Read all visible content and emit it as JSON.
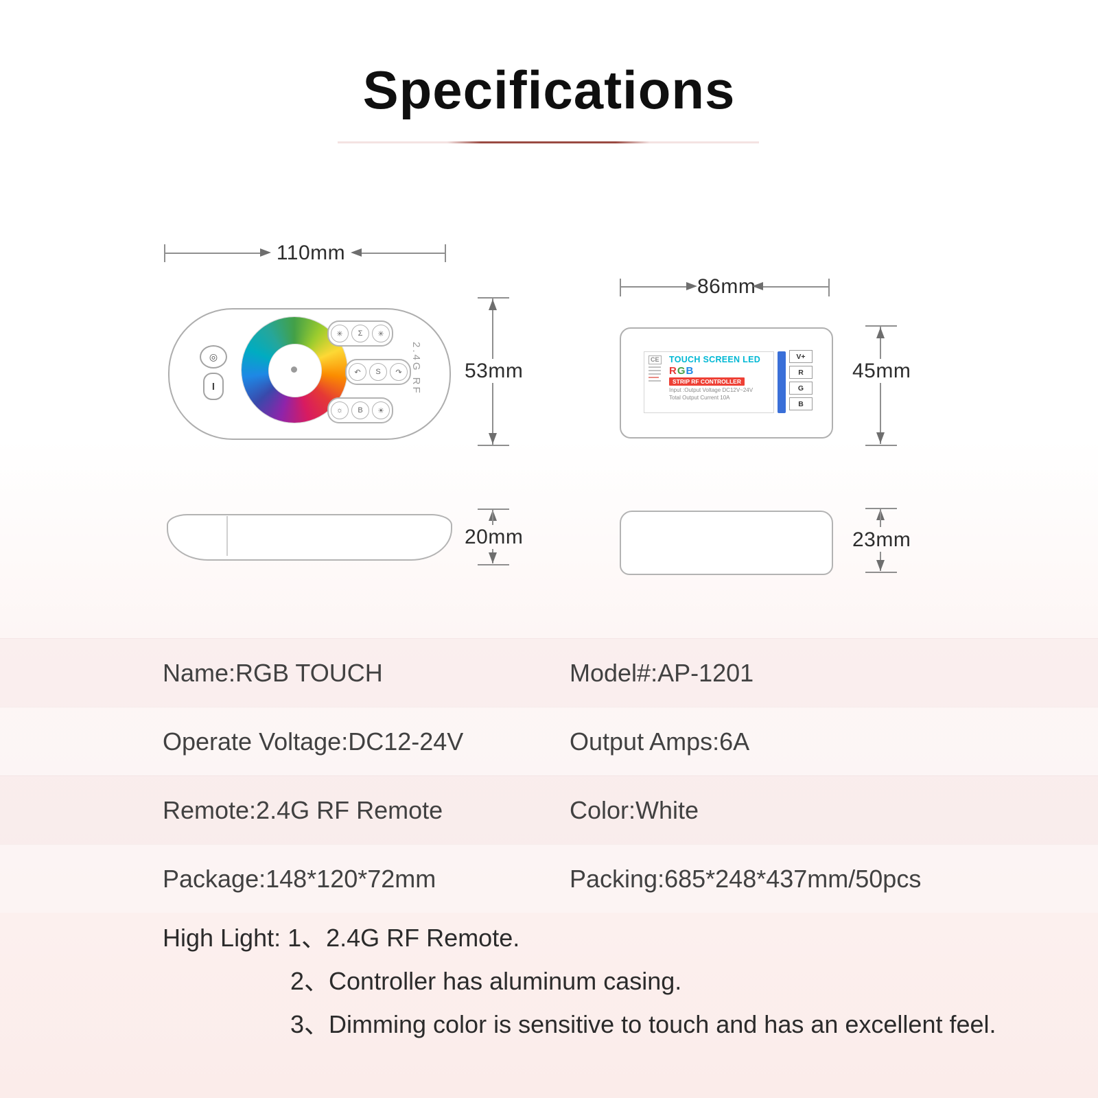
{
  "title": "Specifications",
  "colors": {
    "underline_accent": "#9a4a42",
    "label_cyan": "#00b8d4",
    "label_red": "#ee4035",
    "rgb_r": "#e53935",
    "rgb_g": "#43a047",
    "rgb_b": "#1e88e5",
    "bar_blue": "#3a6fd8"
  },
  "remote_diagram": {
    "width_label": "110mm",
    "height_label": "53mm",
    "thickness_label": "20mm",
    "rf_text": "2.4G RF",
    "power_top_glyph": "◎",
    "power_bottom_glyph": "I",
    "button_groups": [
      [
        "✳",
        "Σ",
        "✳"
      ],
      [
        "↶",
        "S",
        "↷"
      ],
      [
        "☼",
        "B",
        "☀"
      ]
    ]
  },
  "controller_diagram": {
    "width_label": "86mm",
    "height_label": "45mm",
    "thickness_label": "23mm",
    "cert_text": "CE",
    "label_line1": "TOUCH SCREEN LED",
    "label_rgb": [
      "R",
      "G",
      "B"
    ],
    "label_line3": "STRIP RF CONTROLLER",
    "label_line4": "Input :Output Voltage DC12V~24V",
    "label_line5": "Total Output Current 10A",
    "terminals": [
      "V+",
      "R",
      "G",
      "B"
    ]
  },
  "specs": {
    "rows": [
      {
        "left": "Name:RGB TOUCH",
        "right": "Model#:AP-1201"
      },
      {
        "left": "Operate Voltage:DC12-24V",
        "right": "Output Amps:6A"
      },
      {
        "left": "Remote:2.4G RF Remote",
        "right": "Color:White"
      },
      {
        "left": "Package:148*120*72mm",
        "right": "Packing:685*248*437mm/50pcs"
      }
    ],
    "highlight_label": "High Light:",
    "highlight_items": [
      "1、2.4G RF Remote.",
      "2、Controller has  aluminum casing.",
      "3、Dimming color is sensitive to touch and has an excellent feel."
    ]
  }
}
